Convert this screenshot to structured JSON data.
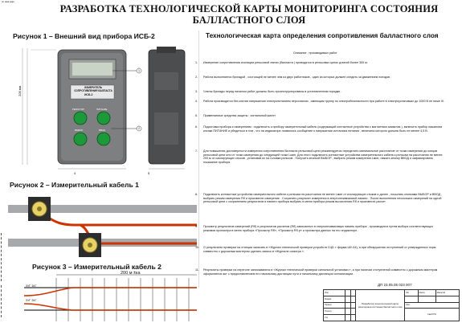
{
  "corner_text": "зо маа адм",
  "title_line1": "РАЗРАБОТКА ТЕХНОЛОГИЧЕСКОЙ КАРТЫ МОНИТОРИНГА СОСТОЯНИЯ",
  "title_line2": "БАЛЛАСТНОГО СЛОЯ",
  "fig1_title": "Рисунок 1 – Внешний вид прибора ИСБ-2",
  "fig2_title": "Рисунок 2 – Измерительный кабель 1",
  "fig3_title": "Рисунок 3 – Измерительный кабель 2",
  "section_title": "Технологическая карта определения сопротивления балластного слоя",
  "device": {
    "screen_label": "",
    "panel_text": "ИЗМЕРИТЕЛЬ СОПРОТИВЛЕНИЯ БАЛЛАСТА",
    "model": "ИСБ-2",
    "btn_left_top": "РЕЗИСТОР",
    "btn_right_top": "ПИТАНИЕ",
    "btn_left_bottom": "ВЫБОР",
    "btn_right_bottom": "ВВОД",
    "callout1": "1",
    "callout2": "2",
    "dim_height": "208 мм",
    "dim_bottom_left": "4",
    "dim_bottom_right": "5"
  },
  "cable2": {
    "dim": "200 м ±ка",
    "label_a": "ЗУГ 1КГ",
    "label_b": "ЗУГ 2КГ"
  },
  "description_title": "Описание , производимых работ",
  "items": [
    {
      "n": "1.",
      "text": "Измерение сопротивления изоляции рельсовой линии (балласта ) проводятся в рельсовых цепях длиной более 300 м."
    },
    {
      "n": "2.",
      "text": "Работа выполняется бригадой , состоящей не менее чем из двух работников , один из которых должен следить за движением поездов ."
    },
    {
      "n": "3.",
      "text": "Члены бригады перед началом работ должны быть проинструктированы в установленном порядке ."
    },
    {
      "n": "4.",
      "text": "Работа производится без снятия напряжения электропитанием персоналом , имеющим группу по электробезопасности при работе в электроустановках до 1000 В не ниже III."
    },
    {
      "n": "5.",
      "text": "Применяемые средства защиты : сигнальный жилет"
    },
    {
      "n": "6.",
      "text": "Подготовка прибора к измерениям : подключить к прибору измерительный кабель (содержащий контактные устройства с магнитным захватом ), включить прибор нажатием кнопки ПИТАНИЕ и убедиться в том , что на индикаторе появилось сообщение о напряжении источника питания , величина которого должна быть не менее 4,5 В."
    },
    {
      "n": "7.",
      "text": "Для повышения достоверности измерения сопротивления балласта рельсовой цепи рекомендуется определить минимальное расстояние от точки измерения до концов рельсовой цепи или от точки измерения до следующей точки Lмин. Для этого подключить контактные устройства измерительного кабеля к рельсам на расстоянии не менее 200 м от изолирующих стыков , установив их на головки рельсов . Получить кнопкой ВЫБОР , выбрать режим измерения Lмин, нажать кнопку ВВОД и зафиксировать показание прибора ."
    },
    {
      "n": "8.",
      "text": "Подключить контактные устройства измерительного кабеля к рельсам на расстоянии не менее Lмин от изолирующих стыков и далее , посылать кнопками ВЫБОР и ВВОД , выбрать режим измерения Rб и произвести измерение . Сохранить результат измерения в энергонезависимой памяти . После выполнения нескольких измерений на одной рельсовой цепи с сохранением результатов в памяти прибора выбрать в меню прибора режим вычисления Rб и произвести расчет ."
    },
    {
      "n": "9.",
      "text": "Просмотр результатов измерений (Rб) и результатов расчетов (Rб) записанных в энергонезависимую память прибора , производится путем выбора соответствующих режимов просмотра в меню прибора «Просмотр Rб», «Просмотр Rб.р» и просмотра данных на его индикаторе ."
    },
    {
      "n": "10.",
      "text": "О результатах проверки на станции записать в «Журнал технической проверки устройств СЦБ » форма ШУ-64), а при обнаружении отступлений от утвержденных норм совместно с дорожным мастером сделать запись в «Журнале осмотра »."
    },
    {
      "n": "11.",
      "text": "Результаты проверки на перегоне записываются в «Журнал технической проверки сигнальной установки », а при наличии отступлений совместно с дорожным мастером оформляется акт с предоставлением его начальнику дистанции пути и начальнику дистанции сигнализации ."
    }
  ],
  "stamp": {
    "code": "ДП 23.05.05 023 007",
    "rows": [
      "Изм.",
      "Разраб.",
      "Провер.",
      "Н.контр.",
      "Утв."
    ],
    "doc_title": "Разработка технологической карты мониторинга состояния балластного слоя",
    "cols": [
      "Лит.",
      "Масса",
      "Масштаб"
    ],
    "sheet": "Лист",
    "org": "СамГУПС"
  }
}
